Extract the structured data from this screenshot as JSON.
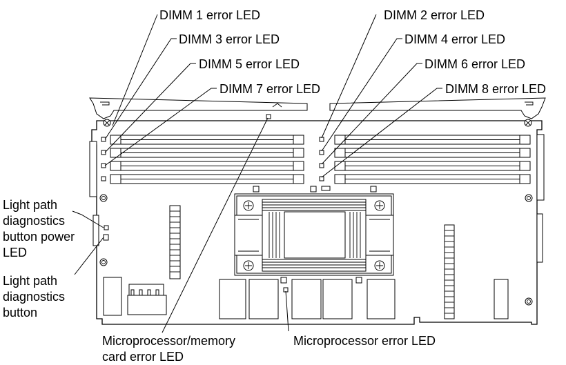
{
  "labels": {
    "dimm1": "DIMM 1 error LED",
    "dimm2": "DIMM 2 error LED",
    "dimm3": "DIMM 3 error LED",
    "dimm4": "DIMM 4 error LED",
    "dimm5": "DIMM 5 error LED",
    "dimm6": "DIMM 6 error LED",
    "dimm7": "DIMM 7 error LED",
    "dimm8": "DIMM 8 error LED",
    "power_led": [
      "Light path",
      "diagnostics",
      "button power",
      "LED"
    ],
    "diag_button": [
      "Light path",
      "diagnostics",
      "button"
    ],
    "card_led": [
      "Microprocessor/memory",
      "card error LED"
    ],
    "cpu_led": "Microprocessor error LED"
  }
}
